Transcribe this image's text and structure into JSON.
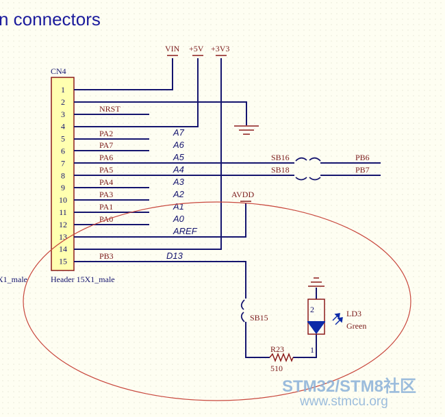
{
  "title": "n connectors",
  "power_ports": {
    "vin": "VIN",
    "v5": "+5V",
    "v3v3": "+3V3",
    "avdd": "AVDD"
  },
  "connector": {
    "designator": "CN4",
    "footer": "Header 15X1_male",
    "left_cut_label": "X1_male",
    "pins": [
      "1",
      "2",
      "3",
      "4",
      "5",
      "6",
      "7",
      "8",
      "9",
      "10",
      "11",
      "12",
      "13",
      "14",
      "15"
    ]
  },
  "net_labels": {
    "nrst": "NRST",
    "pa2": "PA2",
    "pa7": "PA7",
    "pa6": "PA6",
    "pa5": "PA5",
    "pa4": "PA4",
    "pa3": "PA3",
    "pa1": "PA1",
    "pa0": "PA0",
    "pb3": "PB3",
    "pb6": "PB6",
    "pb7": "PB7"
  },
  "arduino_labels": {
    "a7": "A7",
    "a6": "A6",
    "a5": "A5",
    "a4": "A4",
    "a3": "A3",
    "a2": "A2",
    "a1": "A1",
    "a0": "A0",
    "aref": "AREF",
    "d13": "D13"
  },
  "components": {
    "sb16": "SB16",
    "sb18": "SB18",
    "sb15": "SB15",
    "r23": "R23",
    "r23_value": "510",
    "ld3": "LD3",
    "ld3_color": "Green",
    "led_pin_top": "2",
    "led_pin_bottom": "1"
  },
  "watermark": {
    "brand": "STM32/STM8社区",
    "url": "www.stmcu.org"
  },
  "colors": {
    "wire": "#14146e",
    "component": "#8b1a1a",
    "label_text": "#7a1a1a",
    "italic_text": "#14146e",
    "connector_fill": "#ffffb0",
    "highlight_ellipse": "#c8463c",
    "title": "#1b1b9c",
    "watermark": "#8ab0d8"
  }
}
